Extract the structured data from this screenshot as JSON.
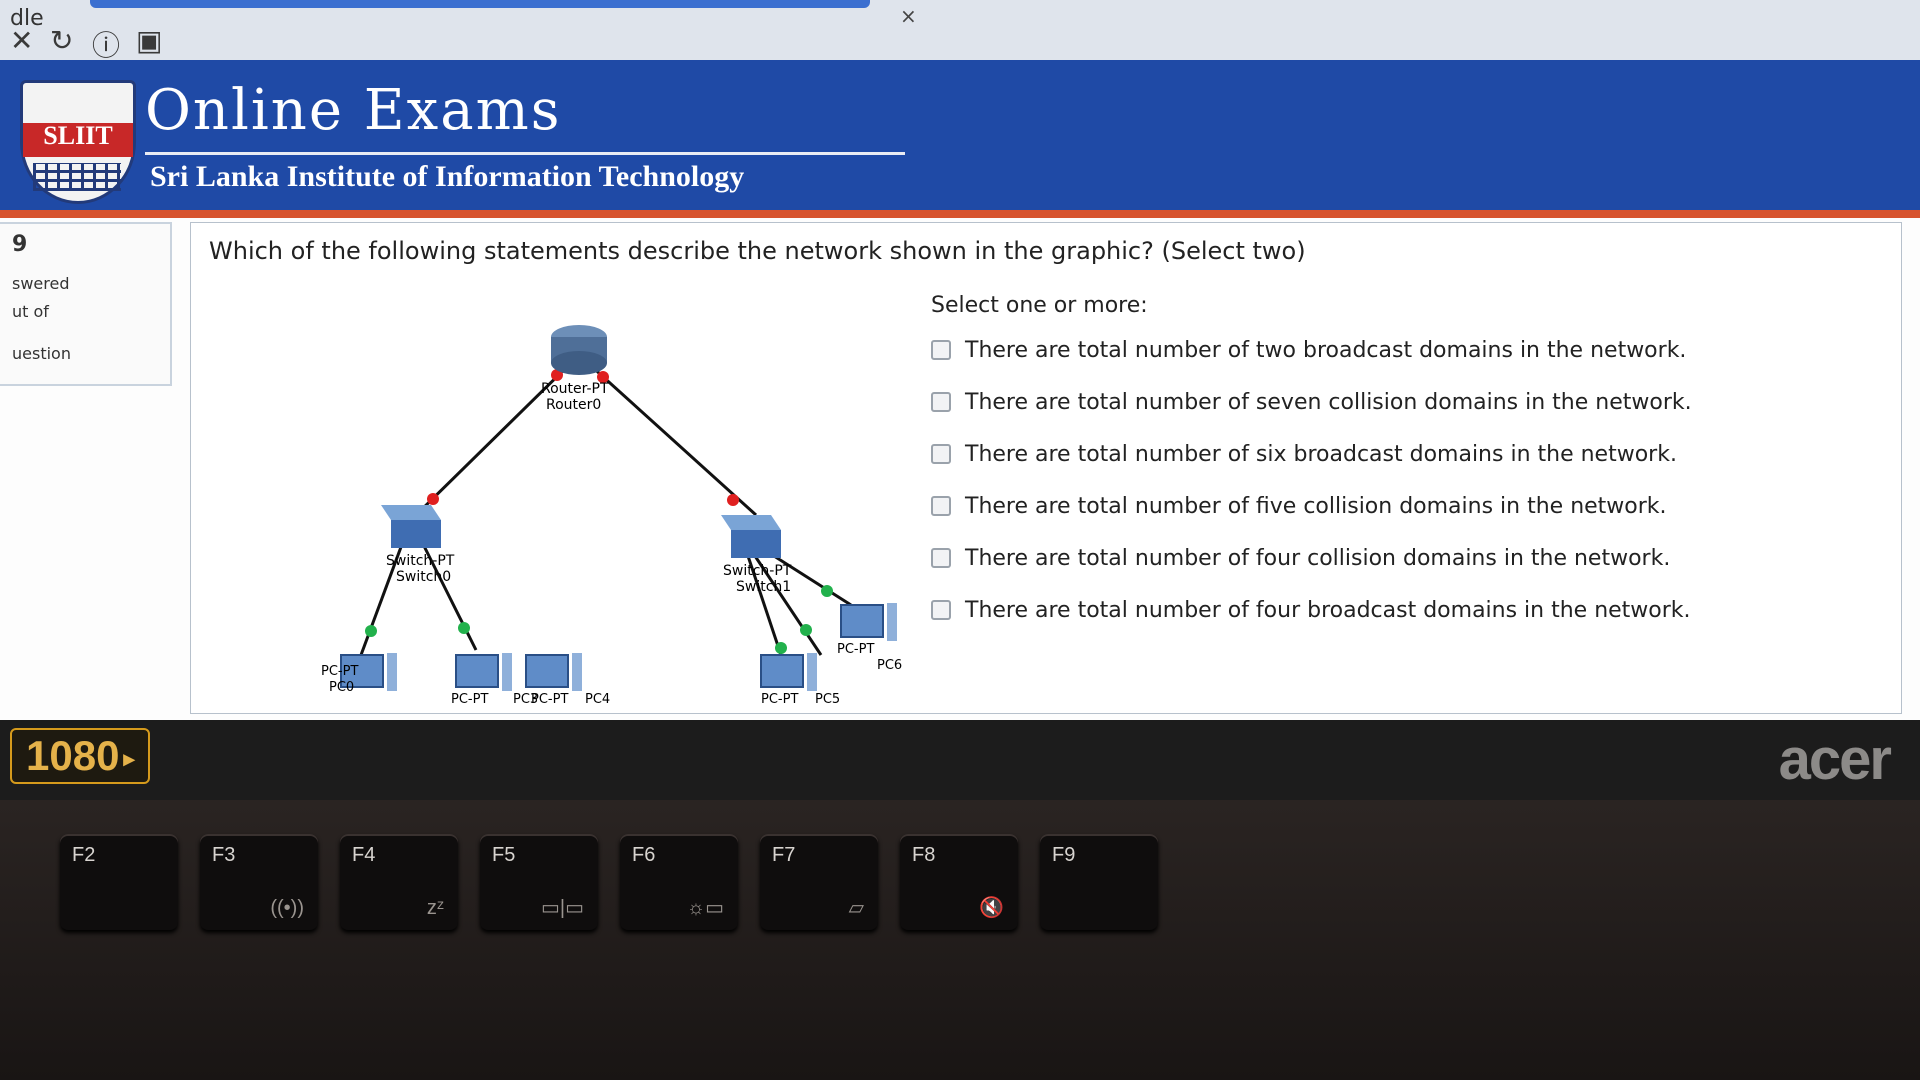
{
  "browser": {
    "tab_title": "dle",
    "tab_close": "×",
    "buttons": [
      "✕",
      "↻",
      "ⓘ",
      "▣"
    ]
  },
  "header": {
    "logo_text": "SLIIT",
    "title": "Online Exams",
    "subtitle": "Sri Lanka Institute of Information Technology"
  },
  "question_nav": {
    "number": "9",
    "line1": "swered",
    "line2": "ut of",
    "line3": "uestion"
  },
  "question": {
    "text": "Which of the following statements describe the network shown in the graphic? (Select two)",
    "select_label": "Select one or more:",
    "options": [
      "There are total number of two broadcast domains in the network.",
      "There are total number of seven collision domains in the network.",
      "There are total number of six broadcast domains in the network.",
      "There are total number of five collision domains in the network.",
      "There are total number of four collision domains in the network.",
      "There are total number of four broadcast domains in the network."
    ]
  },
  "diagram": {
    "router": {
      "type": "Router-PT",
      "name": "Router0"
    },
    "switch0": {
      "type": "Switch-PT",
      "name": "Switch0"
    },
    "switch1": {
      "type": "Switch-PT",
      "name": "Switch1"
    },
    "pcs": [
      {
        "type": "PC-PT",
        "name": "PC0"
      },
      {
        "type": "PC-PT",
        "name": "PC3"
      },
      {
        "type": "PC-PT",
        "name": "PC4"
      },
      {
        "type": "PC-PT",
        "name": "PC5"
      },
      {
        "type": "PC-PT",
        "name": "PC6"
      }
    ],
    "link_colors": {
      "up": "#22b14c",
      "down": "#e02020"
    }
  },
  "laptop": {
    "resolution_badge": "1080",
    "brand": "acer",
    "fkeys": [
      {
        "key": "F2",
        "glyph": ""
      },
      {
        "key": "F3",
        "glyph": "((•))"
      },
      {
        "key": "F4",
        "glyph": "zᶻ"
      },
      {
        "key": "F5",
        "glyph": "▭|▭"
      },
      {
        "key": "F6",
        "glyph": "☼▭"
      },
      {
        "key": "F7",
        "glyph": "▱"
      },
      {
        "key": "F8",
        "glyph": "🔇"
      },
      {
        "key": "F9",
        "glyph": ""
      }
    ]
  },
  "colors": {
    "header": "#1f4aa6",
    "accent": "#d7542f"
  }
}
